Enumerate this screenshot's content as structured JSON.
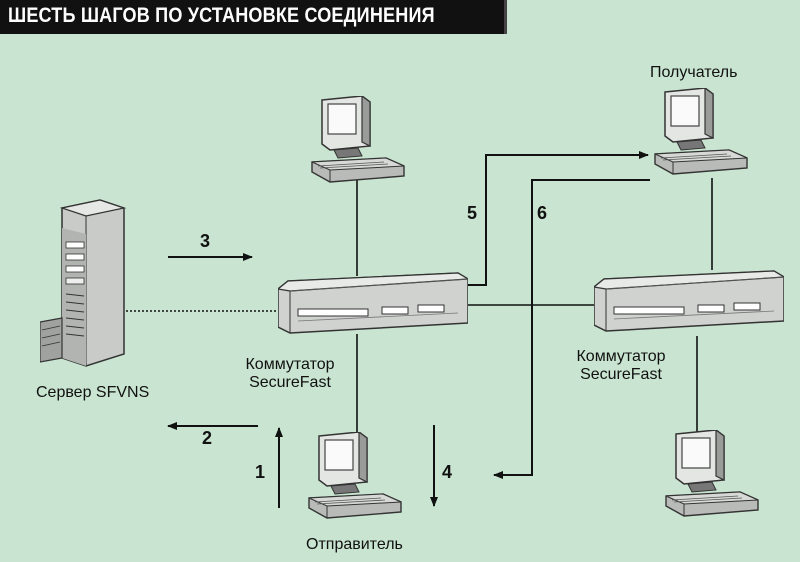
{
  "title": "ШЕСТЬ ШАГОВ ПО УСТАНОВКЕ СОЕДИНЕНИЯ",
  "labels": {
    "receiver": "Получатель",
    "sender": "Отправитель",
    "server": "Сервер SFVNS",
    "switch_left": [
      "Коммутатор",
      "SecureFast"
    ],
    "switch_right": [
      "Коммутатор",
      "SecureFast"
    ]
  },
  "steps": [
    "1",
    "2",
    "3",
    "4",
    "5",
    "6"
  ],
  "colors": {
    "background": "#c9e4d0",
    "title_bar": "#111111",
    "line": "#111111"
  }
}
